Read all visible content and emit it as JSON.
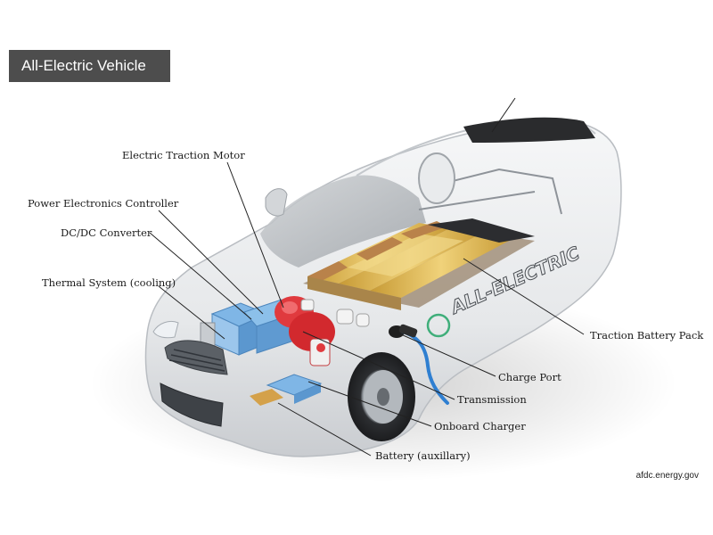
{
  "header": {
    "title": "All-Electric Vehicle"
  },
  "car": {
    "door_text": "ALL-ELECTRIC"
  },
  "labels": {
    "electric_traction_motor": "Electric Traction Motor",
    "power_electronics_controller": "Power Electronics Controller",
    "dc_dc_converter": "DC/DC Converter",
    "thermal_system": "Thermal System (cooling)",
    "traction_battery_pack": "Traction Battery Pack",
    "charge_port": "Charge Port",
    "transmission": "Transmission",
    "onboard_charger": "Onboard Charger",
    "battery_auxiliary": "Battery (auxillary)"
  },
  "footer": {
    "source": "afdc.energy.gov"
  },
  "colors": {
    "title_bg": "#4d4d4d",
    "motor": "#e03a3e",
    "battery_cells": "#d6b14a",
    "battery_modules": "#b9824a",
    "electronics": "#6aa9e0",
    "charge_cable": "#2f7fd1"
  }
}
